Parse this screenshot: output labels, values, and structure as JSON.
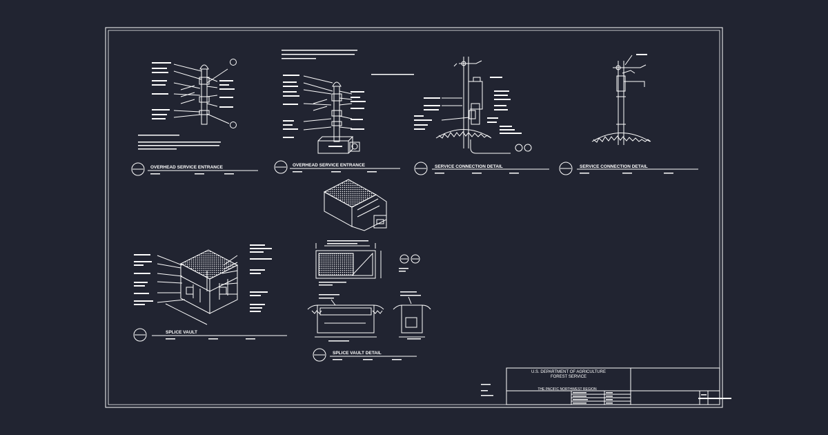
{
  "colors": {
    "background": "#212431",
    "linework": "#ffffff"
  },
  "drawing": {
    "details": [
      {
        "title": "OVERHEAD SERVICE ENTRANCE"
      },
      {
        "title": "OVERHEAD SERVICE ENTRANCE"
      },
      {
        "title": "SERVICE CONNECTION DETAIL"
      },
      {
        "title": "SERVICE CONNECTION DETAIL"
      },
      {
        "title": "SPLICE VAULT"
      },
      {
        "title": "SPLICE VAULT DETAIL"
      }
    ],
    "title_block": {
      "agency_line1": "U.S. DEPARTMENT OF AGRICULTURE",
      "agency_line2": "FOREST SERVICE",
      "region": "THE PACIFIC NORTHWEST REGION"
    }
  }
}
